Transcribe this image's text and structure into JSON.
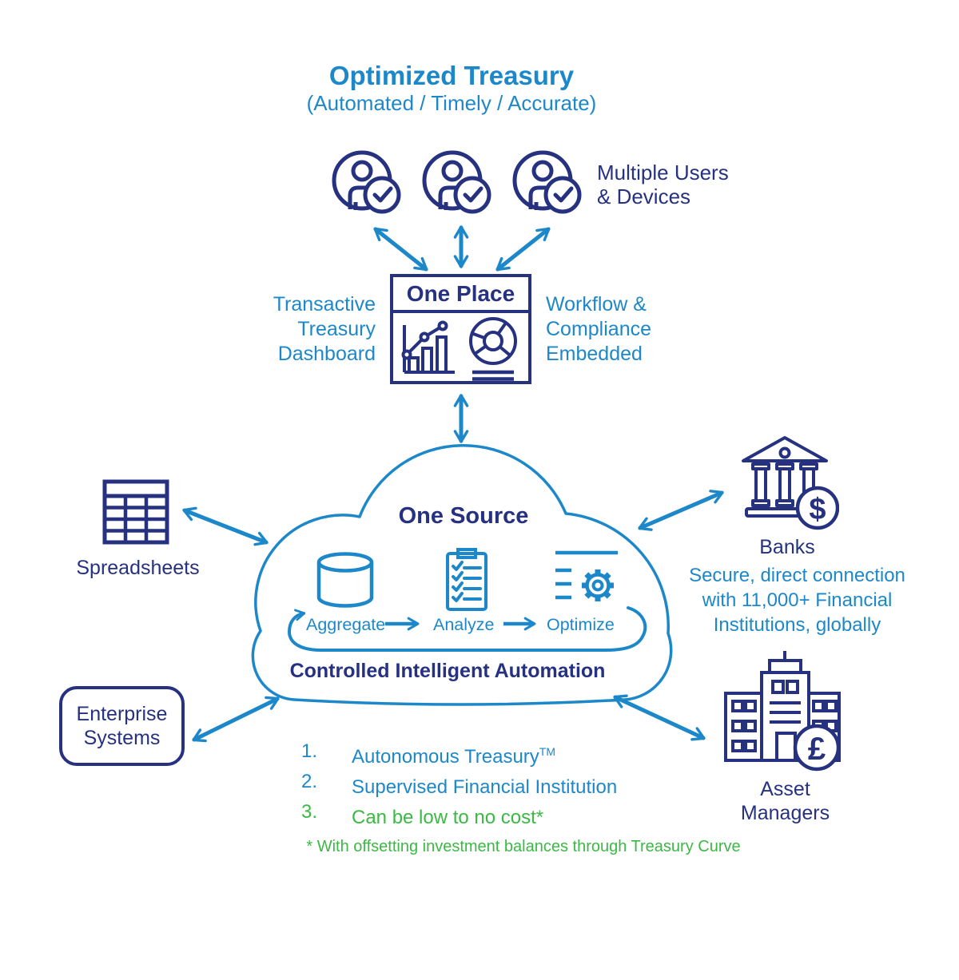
{
  "colors": {
    "navy": "#263180",
    "blue": "#1d88c9",
    "green": "#3bb944"
  },
  "header": {
    "title": "Optimized Treasury",
    "subtitle": "(Automated / Timely / Accurate)"
  },
  "users": {
    "label": "Multiple Users\n& Devices"
  },
  "one_place": {
    "title": "One Place",
    "left_label": "Transactive\nTreasury\nDashboard",
    "right_label": "Workflow &\nCompliance\nEmbedded"
  },
  "cloud": {
    "title": "One Source",
    "flow": [
      "Aggregate",
      "Analyze",
      "Optimize"
    ],
    "caption": "Controlled Intelligent Automation"
  },
  "spreadsheets": {
    "label": "Spreadsheets"
  },
  "banks": {
    "label": "Banks",
    "description": "Secure, direct connection\nwith 11,000+ Financial\nInstitutions, globally",
    "currency": "$"
  },
  "enterprise": {
    "label": "Enterprise\nSystems"
  },
  "asset_managers": {
    "label": "Asset\nManagers",
    "currency": "£"
  },
  "benefits": {
    "items": [
      {
        "num": "1.",
        "text": "Autonomous Treasury",
        "sup": "TM"
      },
      {
        "num": "2.",
        "text": "Supervised Financial Institution",
        "sup": ""
      },
      {
        "num": "3.",
        "text": "Can be low to no cost*",
        "sup": ""
      }
    ],
    "footnote": "* With offsetting investment balances through Treasury Curve"
  }
}
